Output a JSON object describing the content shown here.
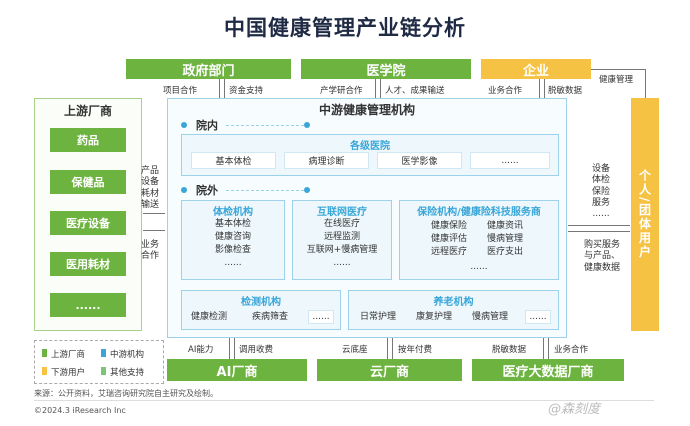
{
  "title": "中国健康管理产业链分析",
  "top": {
    "gov": "政府部门",
    "school": "医学院",
    "enterprise": "企业",
    "gov_left": "项目合作",
    "gov_right": "资金支持",
    "school_left": "产学研合作",
    "school_right": "人才、成果输送",
    "ent_left": "业务合作",
    "ent_right": "脱敏数据",
    "ent_side": "健康管理"
  },
  "upstream": {
    "title": "上游厂商",
    "items": [
      "药品",
      "保健品",
      "医疗设备",
      "医用耗材",
      "......"
    ],
    "out_label": "产品\n设备\n耗材\n输送",
    "biz_label": "业务\n合作"
  },
  "midstream": {
    "title": "中游健康管理机构",
    "inhospital": "院内",
    "outhospital": "院外",
    "hospitals": {
      "title": "各级医院",
      "items": [
        "基本体检",
        "病理诊断",
        "医学影像",
        "......"
      ]
    },
    "checkup": {
      "title": "体检机构",
      "items": [
        "基本体检",
        "健康咨询",
        "影像检查",
        "......"
      ]
    },
    "internet": {
      "title": "互联网医疗",
      "items": [
        "在线医疗",
        "远程监测",
        "互联网+慢病管理",
        "......"
      ]
    },
    "insurance": {
      "title": "保险机构/健康险科技服务商",
      "left": [
        "健康保险",
        "健康评估",
        "远程医疗"
      ],
      "right": [
        "健康资讯",
        "慢病管理",
        "医疗支出"
      ],
      "more": "......"
    },
    "testing": {
      "title": "检测机构",
      "items": [
        "健康检测",
        "疾病筛查",
        "......"
      ]
    },
    "elderly": {
      "title": "养老机构",
      "items": [
        "日常护理",
        "康复护理",
        "慢病管理",
        "......"
      ]
    }
  },
  "downstream": {
    "title": "个人/团体用户",
    "in_label": "设备\n体检\n保险\n服务\n......",
    "out_label": "购买服务\n与产品、\n健康数据"
  },
  "bottom": {
    "ai": "AI厂商",
    "cloud": "云厂商",
    "bigdata": "医疗大数据厂商",
    "ai_left": "AI能力",
    "ai_right": "调用收费",
    "cloud_left": "云底座",
    "cloud_right": "按年付费",
    "bd_left": "脱敏数据",
    "bd_right": "业务合作"
  },
  "legend": {
    "items": [
      "上游厂商",
      "中游机构",
      "下游用户",
      "其他支持"
    ],
    "colors": [
      "#6db33f",
      "#3aa6d8",
      "#f6c244",
      "#7cc576"
    ]
  },
  "source": "来源：公开资料，艾瑞咨询研究院自主研究及绘制。",
  "copyright": "©2024.3 iResearch Inc",
  "watermark": "@森刻度"
}
